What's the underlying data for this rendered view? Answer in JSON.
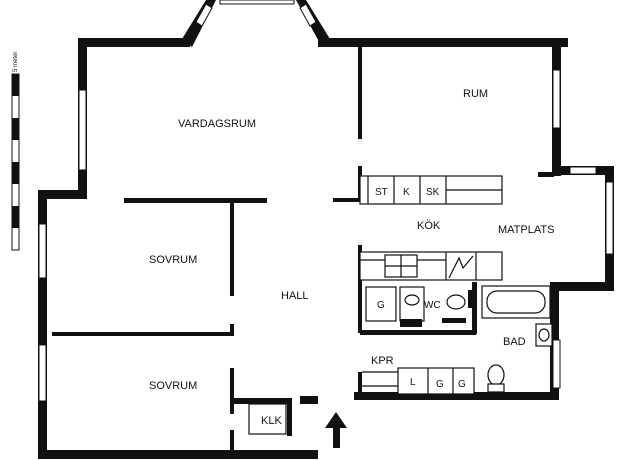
{
  "scale": {
    "label": "5 meter"
  },
  "rooms": {
    "vardagsrum": "VARDAGSRUM",
    "rum": "RUM",
    "kok": "KÖK",
    "matplats": "MATPLATS",
    "sovrum_upper": "SOVRUM",
    "sovrum_lower": "SOVRUM",
    "hall": "HALL",
    "bad": "BAD",
    "kpr": "KPR",
    "klk": "KLK"
  },
  "fixtures": {
    "st": "ST",
    "k": "K",
    "sk": "SK",
    "g_hall": "G",
    "wc": "WC",
    "l": "L",
    "g1": "G",
    "g2": "G"
  },
  "colors": {
    "wall": "#111111",
    "window": "#ffffff",
    "background": "#ffffff"
  }
}
